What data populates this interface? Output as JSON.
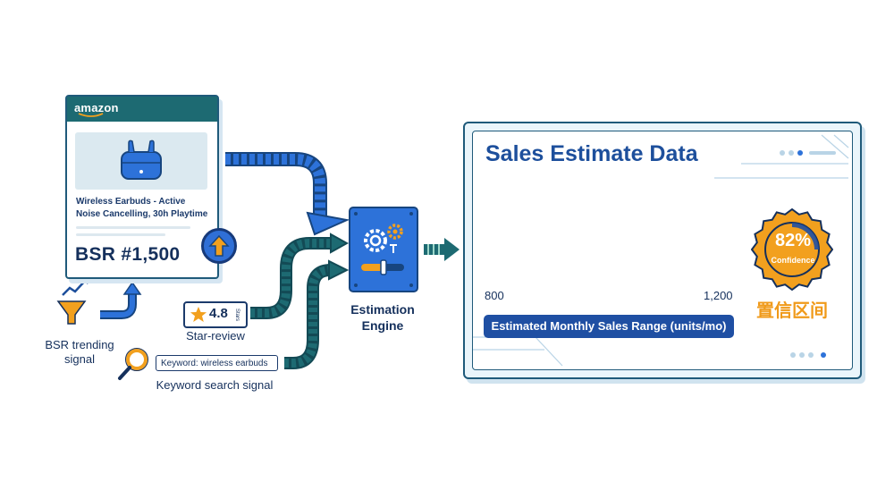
{
  "product_card": {
    "brand": "amazon",
    "title": "Wireless Earbuds - Active Noise Cancelling, 30h Playtime",
    "bsr": "BSR #1,500"
  },
  "signals": {
    "bsr_trending": "BSR trending\nsignal",
    "star_value": "4.8",
    "star_sub": "Stars",
    "star_label": "Star-review",
    "keyword_box": "Keyword: wireless earbuds",
    "keyword_label": "Keyword search signal"
  },
  "engine": {
    "label": "Estimation\nEngine"
  },
  "output": {
    "title": "Sales Estimate Data",
    "range_text": "800–1,200",
    "low": "800",
    "high": "1,200",
    "caption": "Estimated Monthly Sales Range (units/mo)",
    "confidence_value": "82%",
    "confidence_label": "Confidence",
    "interval_label": "置信区间"
  },
  "colors": {
    "navy": "#15305c",
    "blue": "#2d72d9",
    "teal": "#1d6a72",
    "orange": "#f2a01e"
  }
}
